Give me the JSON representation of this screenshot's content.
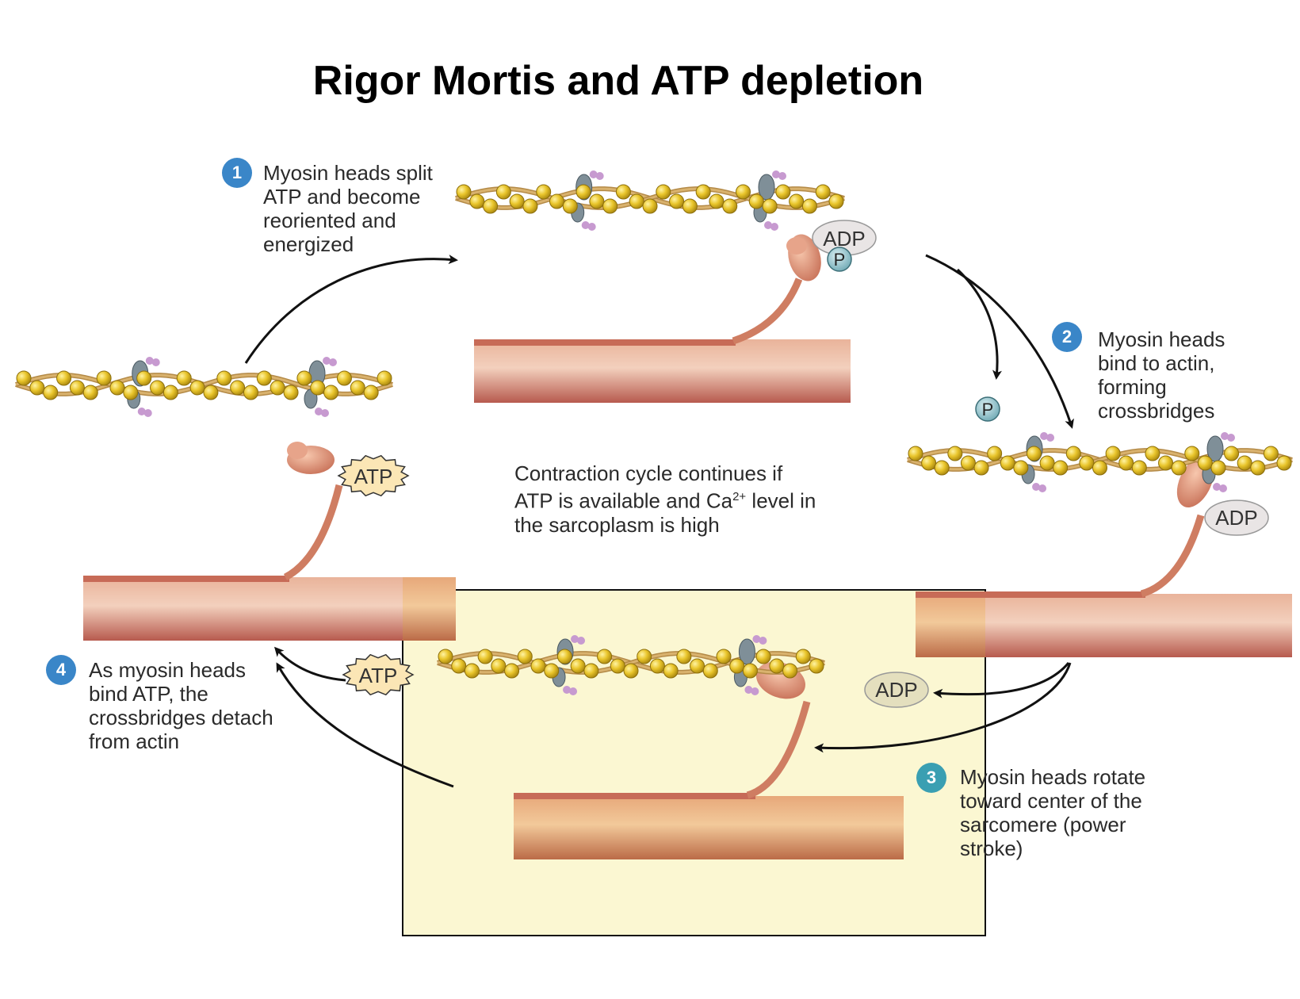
{
  "title": "Rigor Mortis and ATP depletion",
  "colors": {
    "badge_blue": "#3a86c8",
    "badge_teal": "#3a9fb2",
    "actin_yellow": "#e2c22a",
    "actin_strand": "#c69a52",
    "myosin_salmon": "#d98a6c",
    "thick_filament": "#c0625a",
    "highlight_box": "#fbf7d2",
    "arrow": "#1a1a1a"
  },
  "steps": [
    {
      "number": "1",
      "lines": [
        "Myosin heads split",
        "ATP and become",
        "reoriented and",
        "energized"
      ]
    },
    {
      "number": "2",
      "lines": [
        "Myosin heads",
        "bind to actin,",
        "forming",
        "crossbridges"
      ]
    },
    {
      "number": "3",
      "lines": [
        "Myosin heads rotate",
        "toward center of the",
        "sarcomere (power",
        "stroke)"
      ]
    },
    {
      "number": "4",
      "lines": [
        "As myosin heads",
        "bind ATP, the",
        "crossbridges detach",
        "from actin"
      ]
    }
  ],
  "center_note": {
    "line1": "Contraction cycle continues if",
    "line2_pre": "ATP is available and Ca",
    "line2_sup": "2+",
    "line2_post": " level in",
    "line3": "the sarcoplasm is high"
  },
  "molecules": {
    "atp": "ATP",
    "adp": "ADP",
    "phosphate": "P"
  },
  "icons": {
    "actin_filament": "actin-filament-icon",
    "myosin_head": "myosin-head-icon",
    "thick_filament": "thick-filament-icon",
    "arrow": "curved-arrow-icon"
  }
}
